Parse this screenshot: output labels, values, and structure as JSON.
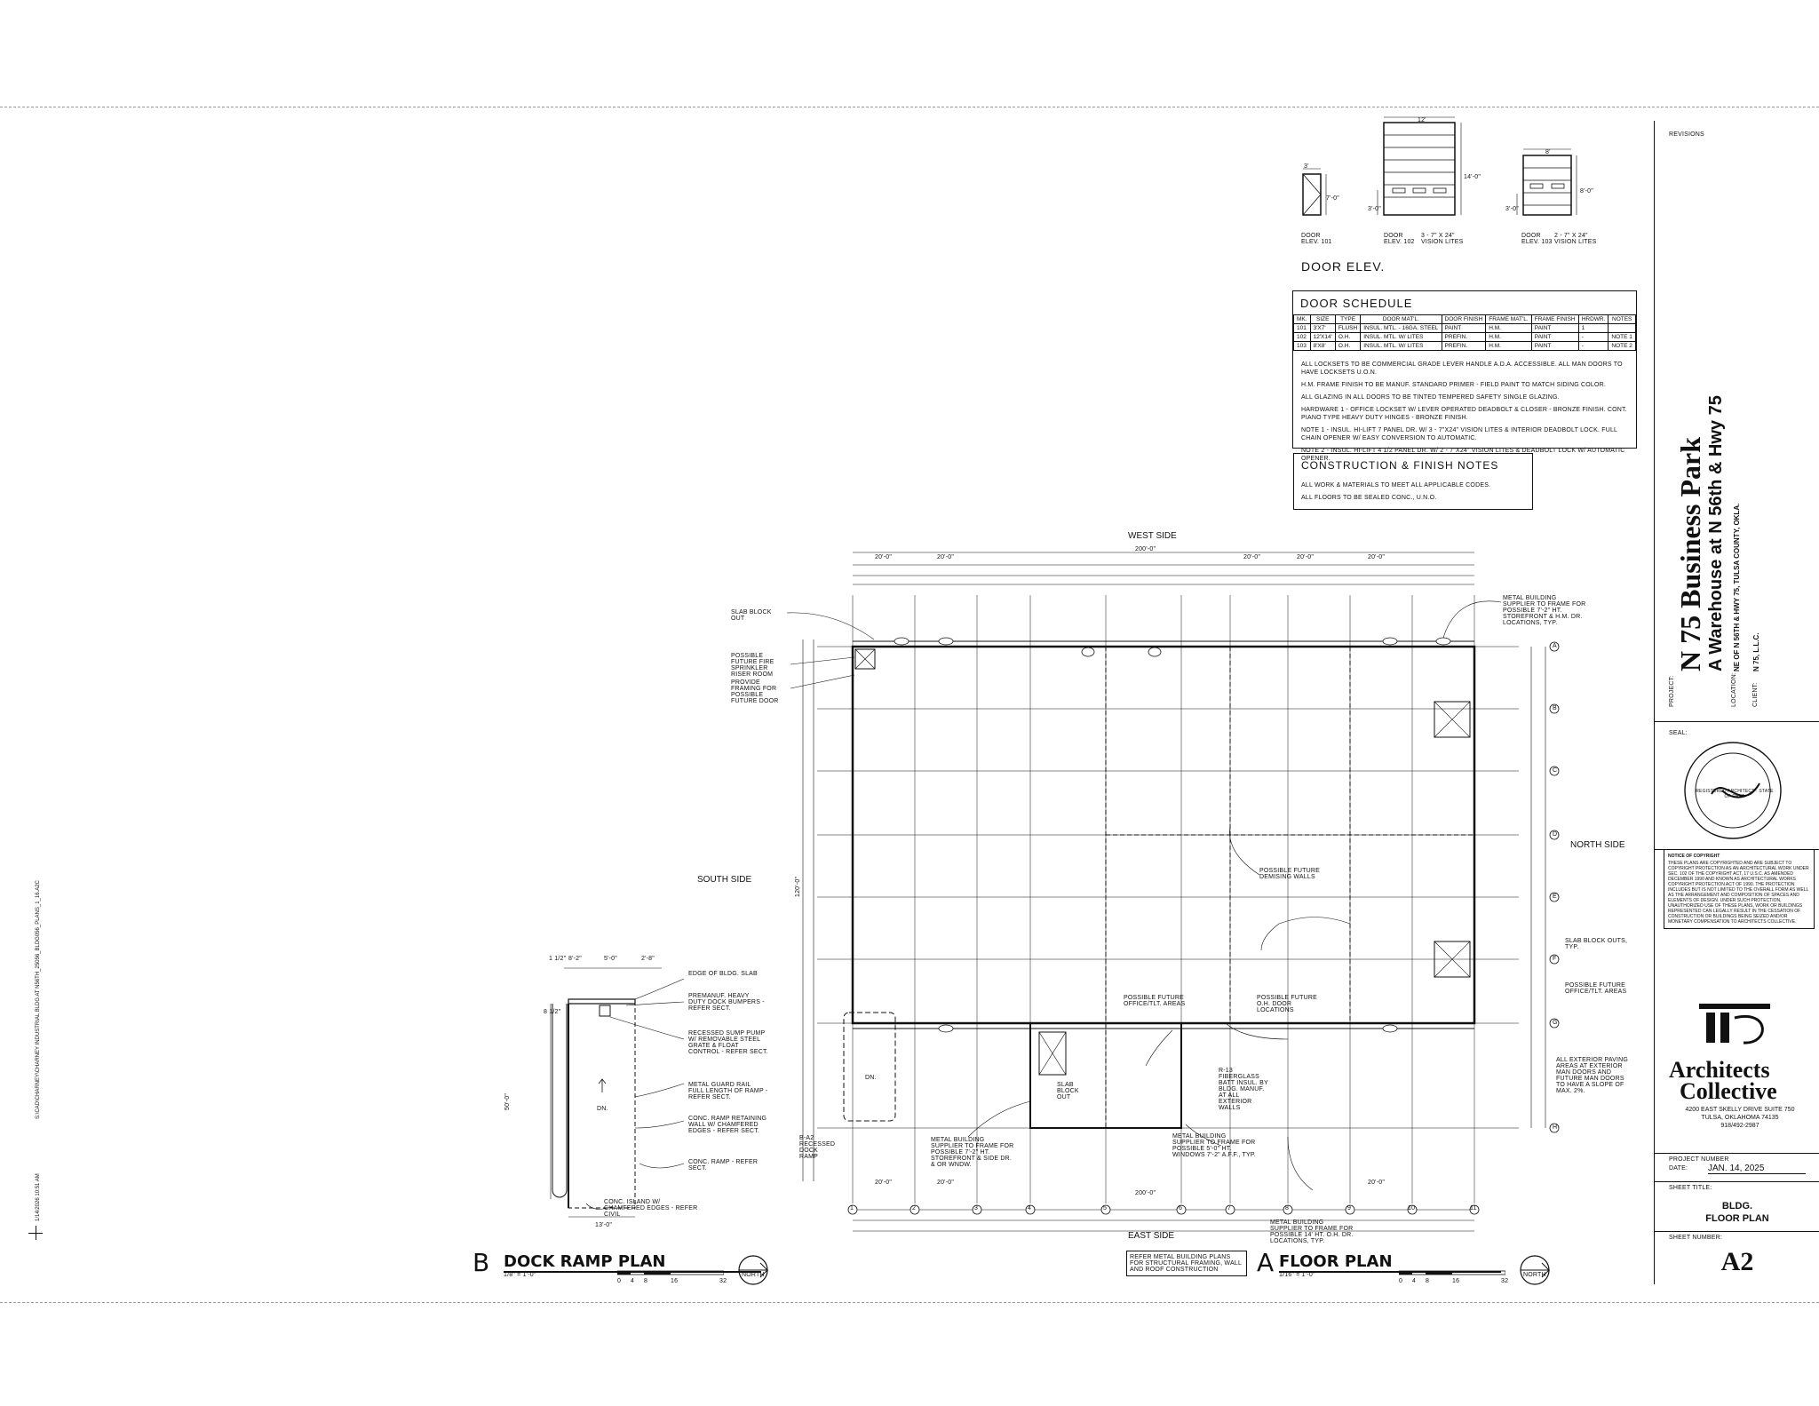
{
  "door_elev": {
    "title": "DOOR ELEV.",
    "d101": {
      "label": "DOOR ELEV. 101",
      "width": "3'",
      "height": "7'-0\""
    },
    "d102": {
      "label": "DOOR ELEV. 102",
      "width": "12'",
      "height": "14'-0\"",
      "sill": "3'-0\"",
      "note": "3 - 7\" X 24\" VISION LITES"
    },
    "d103": {
      "label": "DOOR ELEV. 103",
      "width": "8'",
      "height": "8'-0\"",
      "sill": "3'-0\"",
      "note": "2 - 7\" X 24\" VISION LITES"
    }
  },
  "door_schedule": {
    "title": "DOOR SCHEDULE",
    "headers": [
      "MK.",
      "SIZE",
      "TYPE",
      "DOOR MAT'L.",
      "DOOR FINISH",
      "FRAME MAT'L.",
      "FRAME FINISH",
      "HRDWR.",
      "NOTES"
    ],
    "rows": [
      [
        "101",
        "3'X7'",
        "FLUSH",
        "INSUL. MTL. - 16GA. STEEL",
        "PAINT",
        "H.M.",
        "PAINT",
        "1",
        ""
      ],
      [
        "102",
        "12'X14'",
        "O.H.",
        "INSUL. MTL. W/ LITES",
        "PREFIN.",
        "H.M.",
        "PAINT",
        "-",
        "NOTE 1"
      ],
      [
        "103",
        "8'X8'",
        "O.H.",
        "INSUL. MTL. W/ LITES",
        "PREFIN.",
        "H.M.",
        "PAINT",
        "-",
        "NOTE 2"
      ]
    ],
    "notes": [
      "ALL LOCKSETS TO BE COMMERCIAL GRADE LEVER HANDLE A.D.A. ACCESSIBLE. ALL MAN DOORS TO HAVE LOCKSETS U.O.N.",
      "H.M. FRAME FINISH TO BE MANUF. STANDARD PRIMER - FIELD PAINT TO MATCH SIDING COLOR.",
      "ALL GLAZING IN ALL DOORS TO BE TINTED TEMPERED SAFETY SINGLE GLAZING.",
      "HARDWARE 1 - OFFICE LOCKSET W/ LEVER OPERATED DEADBOLT & CLOSER - BRONZE FINISH. CONT. PIANO TYPE HEAVY DUTY HINGES - BRONZE FINISH.",
      "NOTE 1 - INSUL. HI-LIFT 7 PANEL DR. W/ 3 - 7\"X24\" VISION LITES & INTERIOR DEADBOLT LOCK. FULL CHAIN OPENER W/ EASY CONVERSION TO AUTOMATIC.",
      "NOTE 2 - INSUL. HI-LIFT 4 1/2 PANEL DR. W/ 2 - 7\"X24\" VISION LITES & DEADBOLT LOCK W/ AUTOMATIC OPENER."
    ]
  },
  "construction_notes": {
    "title": "CONSTRUCTION & FINISH NOTES",
    "items": [
      "ALL WORK & MATERIALS TO MEET ALL APPLICABLE CODES.",
      "ALL FLOORS TO BE SEALED CONC., U.N.O."
    ]
  },
  "floor_plan": {
    "west_side": "WEST SIDE",
    "east_side": "EAST SIDE",
    "north_side": "NORTH SIDE",
    "south_side": "SOUTH SIDE",
    "overall_width": "200'-0\"",
    "overall_depth": "120'-0\"",
    "bay": "20'-0\"",
    "callouts": [
      "SLAB BLOCK OUT",
      "POSSIBLE FUTURE FIRE SPRINKLER RISER ROOM",
      "PROVIDE FRAMING FOR POSSIBLE FUTURE DOOR",
      "METAL BUILDING SUPPLIER TO FRAME FOR POSSIBLE 7'-2\" HT. STOREFRONT & H.M. DR. LOCATIONS, TYP.",
      "POSSIBLE FUTURE DEMISING WALLS",
      "SLAB BLOCK OUTS, TYP.",
      "POSSIBLE FUTURE OFFICE/TLT. AREAS",
      "POSSIBLE FUTURE OFFICE/TLT. AREAS",
      "POSSIBLE FUTURE O.H. DOOR LOCATIONS",
      "R-13 FIBERGLASS BATT INSUL. BY BLDG. MANUF. AT ALL EXTERIOR WALLS",
      "ALL EXTERIOR PAVING AREAS AT EXTERIOR MAN DOORS AND FUTURE MAN DOORS TO HAVE A SLOPE OF MAX. 2%.",
      "METAL BUILDING SUPPLIER TO FRAME FOR POSSIBLE 5'-0\" HT. WINDOWS 7'-2\" A.F.F., TYP.",
      "METAL BUILDING SUPPLIER TO FRAME FOR POSSIBLE 7'-2\" HT. STOREFRONT & SIDE DR. & OR WNDW.",
      "METAL BUILDING SUPPLIER TO FRAME FOR POSSIBLE 14' HT. O.H. DR. LOCATIONS, TYP.",
      "SLAB BLOCK OUT",
      "B-A2 RECESSED DOCK RAMP"
    ],
    "refer_note": "REFER METAL BUILDING PLANS FOR STRUCTURAL FRAMING, WALL AND ROOF CONSTRUCTION",
    "grid_cols": [
      "1",
      "2",
      "3",
      "4",
      "5",
      "6",
      "7",
      "8",
      "9",
      "10",
      "11"
    ],
    "grid_rows": [
      "A",
      "B",
      "C",
      "D",
      "E",
      "F",
      "G",
      "H"
    ],
    "title_letter": "A",
    "title": "FLOOR PLAN",
    "scale": "1/16\" = 1'-0\"",
    "bar": [
      "0",
      "4",
      "8",
      "16",
      "32"
    ],
    "north": "NORTH"
  },
  "dock_ramp": {
    "callouts": [
      "EDGE OF BLDG. SLAB",
      "PREMANUF. HEAVY DUTY DOCK BUMPERS - REFER SECT.",
      "RECESSED SUMP PUMP W/ REMOVABLE STEEL GRATE & FLOAT CONTROL - REFER SECT.",
      "METAL GUARD RAIL FULL LENGTH OF RAMP - REFER SECT.",
      "CONC. RAMP RETAINING WALL W/ CHAMFERED EDGES - REFER SECT.",
      "CONC. RAMP - REFER SECT.",
      "CONC. ISLAND W/ CHAMFERED EDGES - REFER CIVIL"
    ],
    "dims": [
      "1 1/2\"",
      "8'-2\"",
      "5'-0\"",
      "2'-8\"",
      "8 1/2\"",
      "50'-0\"",
      "13'-0\""
    ],
    "dn": "DN.",
    "title_letter": "B",
    "title": "DOCK RAMP PLAN",
    "scale": "1/8\" = 1'-0\"",
    "bar": [
      "0",
      "4",
      "8",
      "16",
      "32"
    ],
    "north": "NORTH"
  },
  "side_stamp": "S:\\CAD\\CHARNEY\\CHARNEY INDUSTRIAL BLDG AT N56TH_25056_BLDG056_PLANS_1_16.A2C",
  "side_date": "1/14/2026 10:51 AM",
  "title_block": {
    "revisions": "REVISIONS",
    "project_label": "PROJECT:",
    "project_name": "N 75 Business Park",
    "project_sub": "A Warehouse at N 56th & Hwy 75",
    "location_label": "LOCATION:",
    "location": "NE OF N 56TH & HWY 75, TULSA COUNTY, OKLA.",
    "client_label": "CLIENT:",
    "client": "N 75, L.L.C.",
    "seal_label": "SEAL:",
    "seal_text": "REGISTERED ARCHITECT · STATE OF OKLA",
    "copyright_title": "NOTICE OF COPYRIGHT",
    "copyright_text": "THESE PLANS ARE COPYRIGHTED AND ARE SUBJECT TO COPYRIGHT PROTECTION AS AN ARCHITECTURAL WORK UNDER SEC. 102 OF THE COPYRIGHT ACT, 17 U.S.C. AS AMENDED DECEMBER 1990 AND KNOWN AS ARCHITECTURAL WORKS COPYRIGHT PROTECTION ACT OF 1990. THE PROTECTION INCLUDES BUT IS NOT LIMITED TO THE OVERALL FORM AS WELL AS THE ARRANGEMENT AND COMPOSITION OF SPACES AND ELEMENTS OF DESIGN. UNDER SUCH PROTECTION, UNAUTHORIZED USE OF THESE PLANS, WORK OR BUILDINGS REPRESENTED CAN LEGALLY RESULT IN THE CESSATION OF CONSTRUCTION OR BUILDINGS BEING SEIZED AND/OR MONETARY COMPENSATION TO ARCHITECTS COLLECTIVE.",
    "firm_line1": "Architects",
    "firm_line2": "Collective",
    "firm_address": "4200 EAST SKELLY DRIVE SUITE 750",
    "firm_city": "TULSA, OKLAHOMA 74135",
    "firm_phone": "918/492-2987",
    "project_number_label": "PROJECT NUMBER",
    "date_label": "DATE:",
    "date": "JAN. 14, 2025",
    "sheet_title_label": "SHEET TITLE:",
    "sheet_title_1": "BLDG.",
    "sheet_title_2": "FLOOR PLAN",
    "sheet_number_label": "SHEET NUMBER:",
    "sheet_number": "A2"
  }
}
